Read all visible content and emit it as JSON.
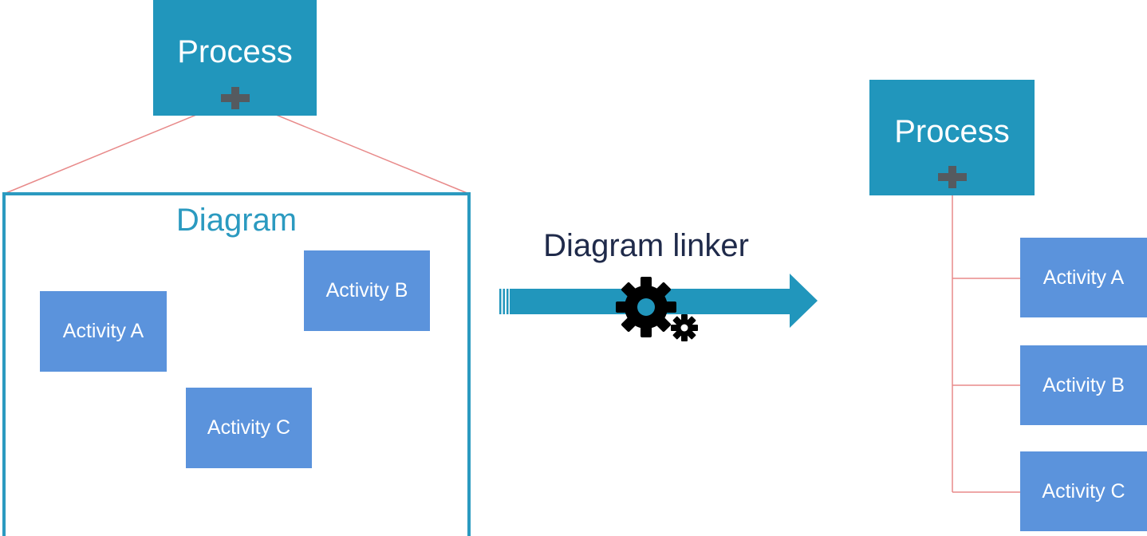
{
  "colors": {
    "process_fill": "#2196bc",
    "activity_fill": "#5b93dc",
    "frame_stroke": "#2b9ac0",
    "connector_line": "#e88a8a",
    "plus_icon": "#555a5f",
    "arrow_fill": "#2196bc",
    "gear_fill": "#000000",
    "linker_text": "#1f2a4a"
  },
  "left": {
    "process_label": "Process",
    "diagram_title": "Diagram",
    "activities": [
      "Activity A",
      "Activity B",
      "Activity C"
    ]
  },
  "middle": {
    "linker_label": "Diagram linker",
    "icons": [
      "arrow-right-icon",
      "gears-icon"
    ]
  },
  "right": {
    "process_label": "Process",
    "activities": [
      "Activity A",
      "Activity B",
      "Activity C"
    ]
  }
}
